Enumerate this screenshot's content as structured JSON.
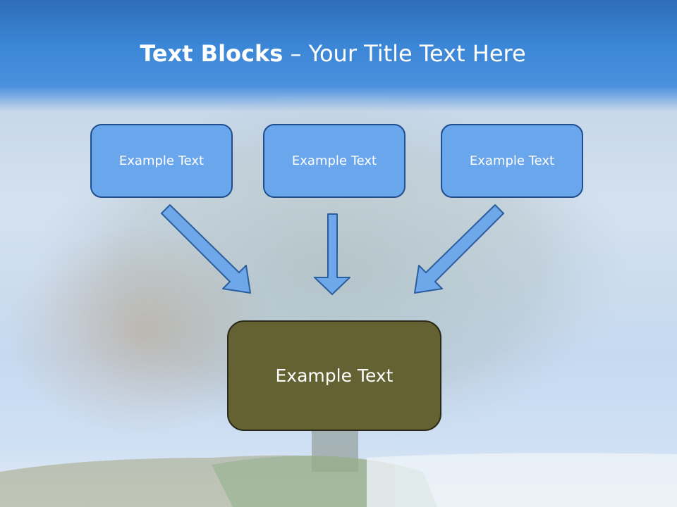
{
  "slide": {
    "title_bold": "Text Blocks",
    "title_sep": " – ",
    "title_rest": "Your Title Text Here",
    "blocks": [
      {
        "text": "Example Text"
      },
      {
        "text": "Example Text"
      },
      {
        "text": "Example Text"
      }
    ],
    "center_block": {
      "text": "Example Text"
    }
  },
  "colors": {
    "header_blue": "#3b86d6",
    "block_fill": "#6aa6ec",
    "block_border": "#1f4f8e",
    "center_fill": "#646232",
    "arrow_fill": "#6ea7ea"
  }
}
